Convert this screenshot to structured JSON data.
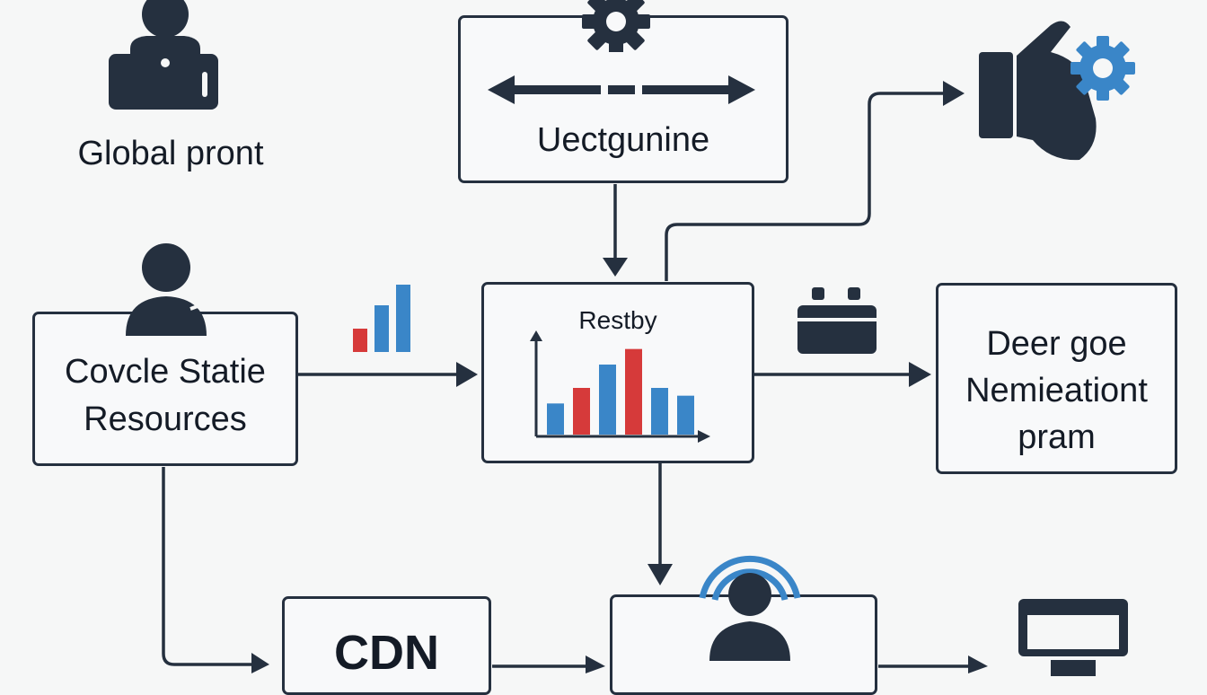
{
  "nodes": {
    "global_front": {
      "label": "Global pront"
    },
    "engine": {
      "label": "Uectgunine"
    },
    "resources": {
      "line1": "Covcle Statie",
      "line2": "Resources"
    },
    "restby": {
      "label": "Restby"
    },
    "deer": {
      "line1": "Deer goe",
      "line2": "Nemieationt",
      "line3": "pram"
    },
    "cdn": {
      "label": "CDN"
    }
  },
  "icons": {
    "user_laptop": "user-laptop-icon",
    "gear": "gear-icon",
    "double_arrow": "double-arrow-icon",
    "hand_gear": "hand-gear-icon",
    "user": "user-icon",
    "mini_bar_chart": "mini-bar-chart-icon",
    "bar_chart": "bar-chart-icon",
    "battery": "battery-icon",
    "broadcast_user": "broadcast-user-icon",
    "monitor": "monitor-icon"
  },
  "colors": {
    "stroke": "#25303f",
    "blue": "#3a86c8",
    "red": "#d63a3a",
    "text": "#141b26"
  },
  "chart_data": {
    "type": "bar",
    "title": "Restby",
    "values": [
      4,
      6,
      9,
      11,
      6,
      5
    ],
    "colors": [
      "#3a86c8",
      "#d63a3a",
      "#3a86c8",
      "#d63a3a",
      "#3a86c8",
      "#3a86c8"
    ],
    "ylim": [
      0,
      12
    ],
    "grid": false
  }
}
